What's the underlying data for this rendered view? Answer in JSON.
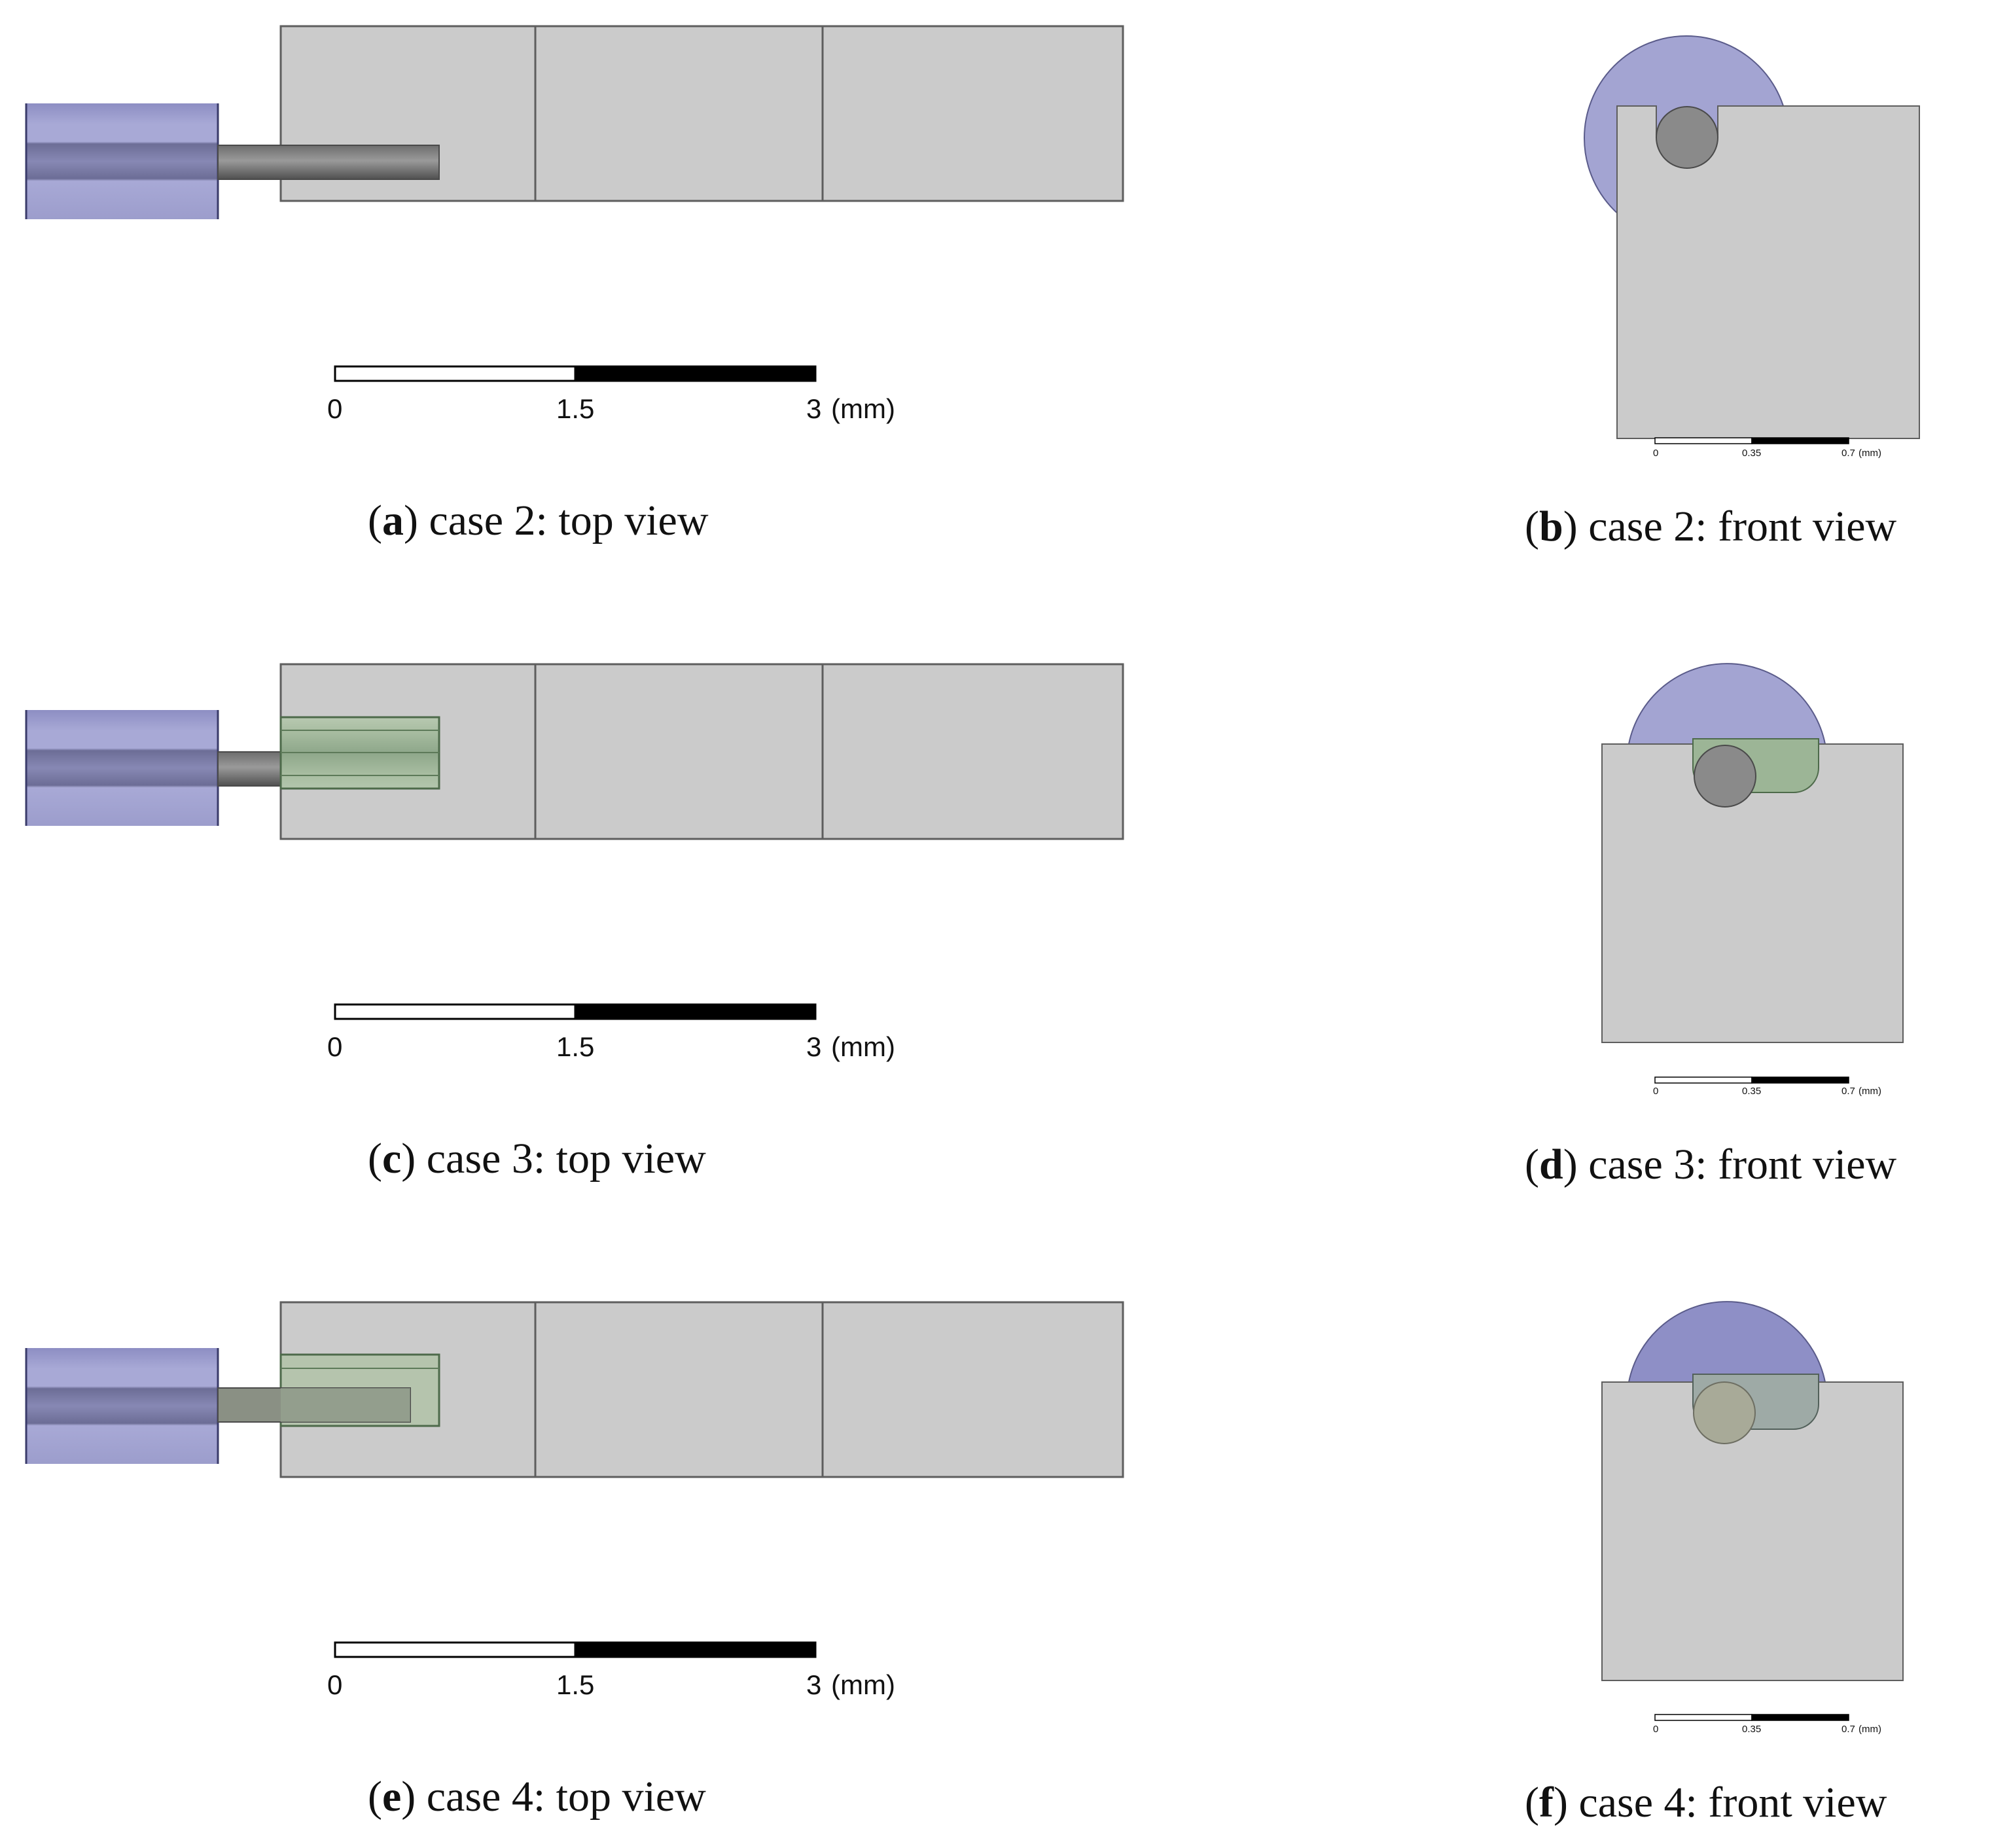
{
  "panels": [
    {
      "id": "a",
      "letter": "a",
      "caption": "case 2: top view",
      "view": "top",
      "scale": {
        "tick0": "0",
        "tick1": "1.5",
        "tick2": "3",
        "unit": "(mm)"
      }
    },
    {
      "id": "b",
      "letter": "b",
      "caption": "case 2: front view",
      "view": "front",
      "scale": {
        "tick0": "0",
        "tick1": "0.35",
        "tick2": "0.7",
        "unit": "(mm)"
      }
    },
    {
      "id": "c",
      "letter": "c",
      "caption": "case 3: top view",
      "view": "top",
      "scale": {
        "tick0": "0",
        "tick1": "1.5",
        "tick2": "3",
        "unit": "(mm)"
      }
    },
    {
      "id": "d",
      "letter": "d",
      "caption": "case 3: front view",
      "view": "front",
      "scale": {
        "tick0": "0",
        "tick1": "0.35",
        "tick2": "0.7",
        "unit": "(mm)"
      }
    },
    {
      "id": "e",
      "letter": "e",
      "caption": "case 4: top view",
      "view": "top",
      "scale": {
        "tick0": "0",
        "tick1": "1.5",
        "tick2": "3",
        "unit": "(mm)"
      }
    },
    {
      "id": "f",
      "letter": "f",
      "caption": "case 4: front view",
      "view": "front",
      "scale": {
        "tick0": "0",
        "tick1": "0.35",
        "tick2": "0.7",
        "unit": "(mm)"
      }
    }
  ],
  "colors": {
    "block": "#cbcbcb",
    "block_edge": "#5e5e5e",
    "cylinder": "#a3a4d2",
    "cylinder_dark": "#6e6f9a",
    "rod": "#8a8a8a",
    "rod_dark": "#555555",
    "sleeve": "#9cb596",
    "sleeve_edge": "#4d6a4a",
    "scale_black": "#000000"
  }
}
